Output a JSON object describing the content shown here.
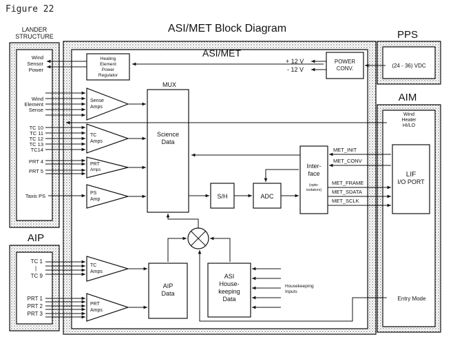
{
  "figure_label": "Figure 22",
  "title": "ASI/MET Block Diagram",
  "regions": {
    "lander_line1": "LANDER",
    "lander_line2": "STRUCTURE",
    "asimet": "ASI/MET",
    "pps": "PPS",
    "aim": "AIM",
    "aip": "AIP"
  },
  "lander_signals": {
    "wind_sensor_power": [
      "Wind",
      "Sensor",
      "Power"
    ],
    "wind_element_sense": [
      "Wind",
      "Element",
      "Sense"
    ],
    "tc": [
      "TC 10",
      "TC 11",
      "TC 12",
      "TC 13",
      "TC14"
    ],
    "prt": [
      "PRT 4",
      "PRT 5"
    ],
    "taxis": "Taxis PS"
  },
  "aip_signals": {
    "tc": [
      "TC 1",
      "|",
      "TC 9"
    ],
    "prt": [
      "PRT 1",
      "PRT 2",
      "PRT 3"
    ]
  },
  "blocks": {
    "heating": [
      "Heating",
      "Element",
      "Power",
      "Regulator"
    ],
    "power_conv": [
      "POWER",
      "CONV."
    ],
    "supply_plus": "+ 12 V",
    "supply_minus": "- 12 V",
    "pps_vdc": "(24 - 36) VDC",
    "mux": "MUX",
    "science": [
      "Science",
      "Data"
    ],
    "sense_amps": [
      "Sense",
      "Amps"
    ],
    "tc_amps": [
      "TC",
      "Amps"
    ],
    "prt_amps": [
      "PRT",
      "Amps"
    ],
    "ps_amp": [
      "PS",
      "Amp"
    ],
    "sh": "S/H",
    "adc": "ADC",
    "interface": [
      "Inter-",
      "face"
    ],
    "interface_note": [
      "(opto-",
      "isolators)"
    ],
    "lif": [
      "LIF",
      "I/O PORT"
    ],
    "wind_heater": [
      "Wind",
      "Heater",
      "HI/LO"
    ],
    "aip_tc_amps": [
      "TC",
      "Amps"
    ],
    "aip_prt_amps": [
      "PRT",
      "Amps"
    ],
    "aip_data": [
      "AIP",
      "Data"
    ],
    "asi_hk": [
      "ASI",
      "House-",
      "keeping",
      "Data"
    ],
    "hk_inputs": [
      "Housekeeping",
      "Inputs"
    ],
    "entry_mode": "Entry Mode"
  },
  "signals": [
    "MET_INIT",
    "MET_CONV",
    "MET_FRAME",
    "MET_SDATA",
    "MET_SCLK"
  ]
}
